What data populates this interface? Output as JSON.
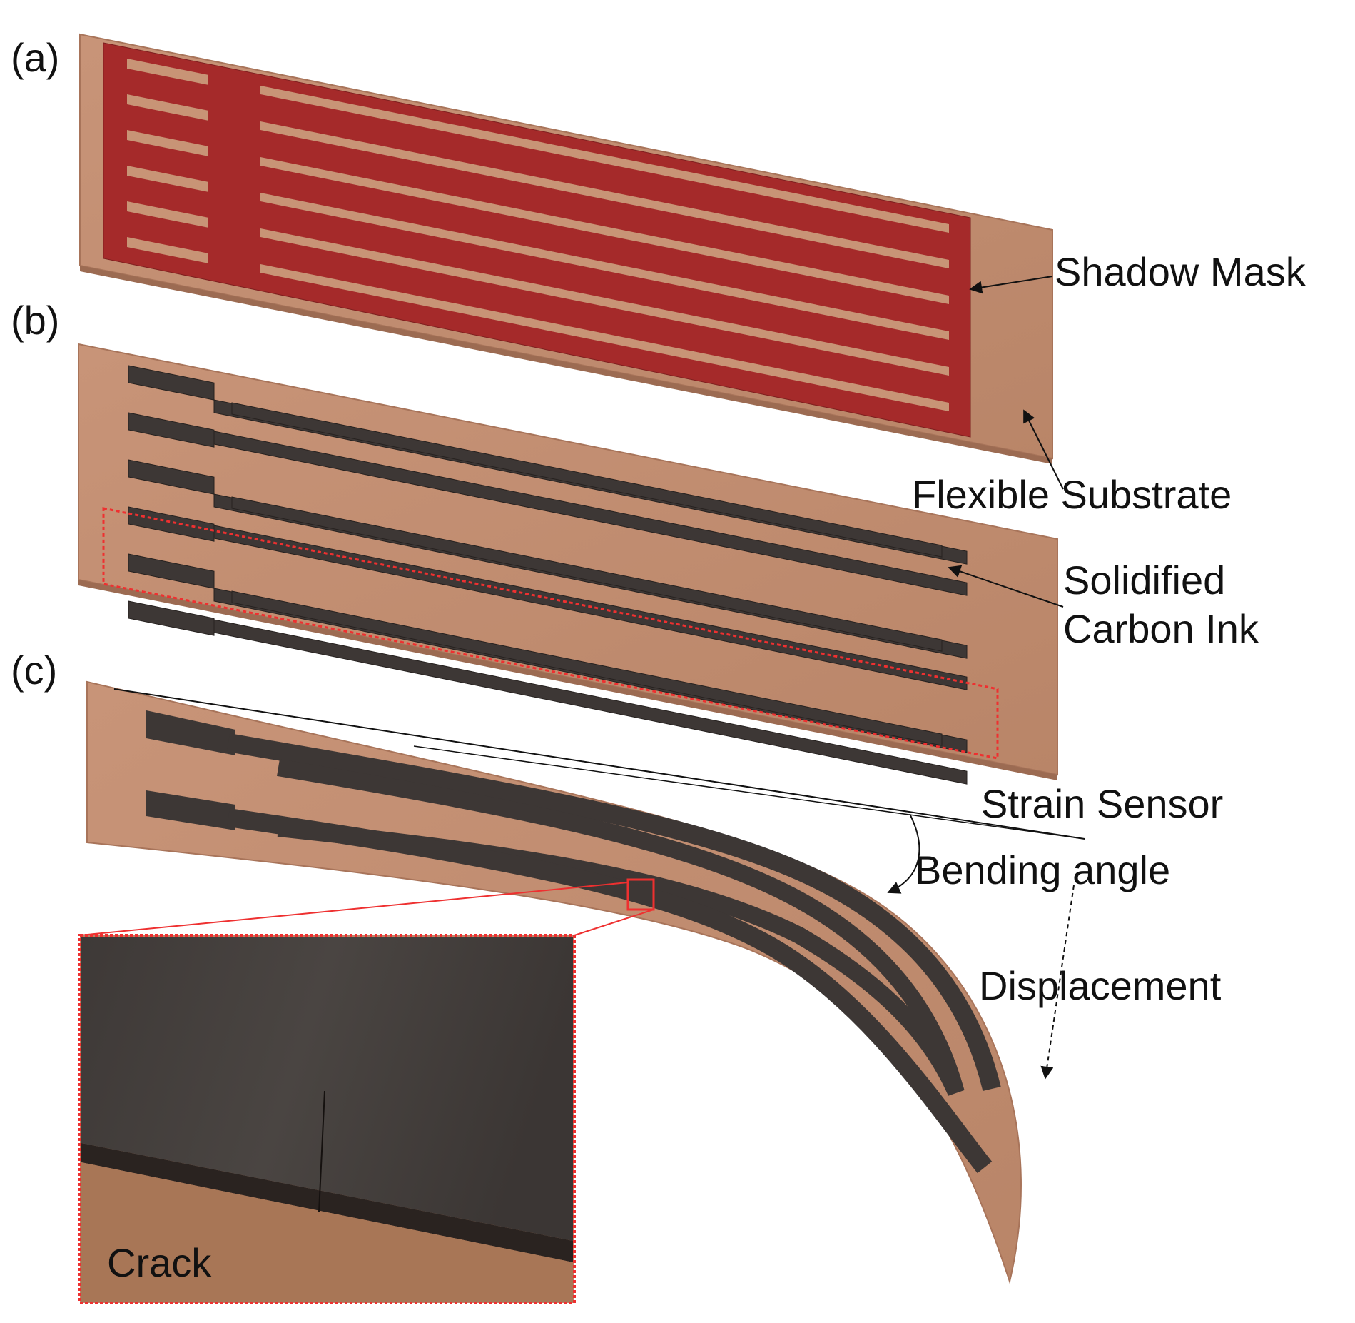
{
  "panels": [
    {
      "id": "a",
      "label": "(a)"
    },
    {
      "id": "b",
      "label": "(b)"
    },
    {
      "id": "c",
      "label": "(c)"
    }
  ],
  "annotations": {
    "shadow_mask": "Shadow Mask",
    "flexible_substrate": "Flexible Substrate",
    "solidified_line1": "Solidified",
    "solidified_line2": "Carbon Ink",
    "strain_sensor": "Strain Sensor",
    "bending_angle": "Bending angle",
    "displacement": "Displacement",
    "crack": "Crack"
  },
  "colors": {
    "substrate": "#c89476",
    "substrate_edge": "#a8745a",
    "mask": "#a52a2a",
    "carbon": "#3d3735",
    "highlight_box": "#ee3030",
    "text": "#111111"
  }
}
